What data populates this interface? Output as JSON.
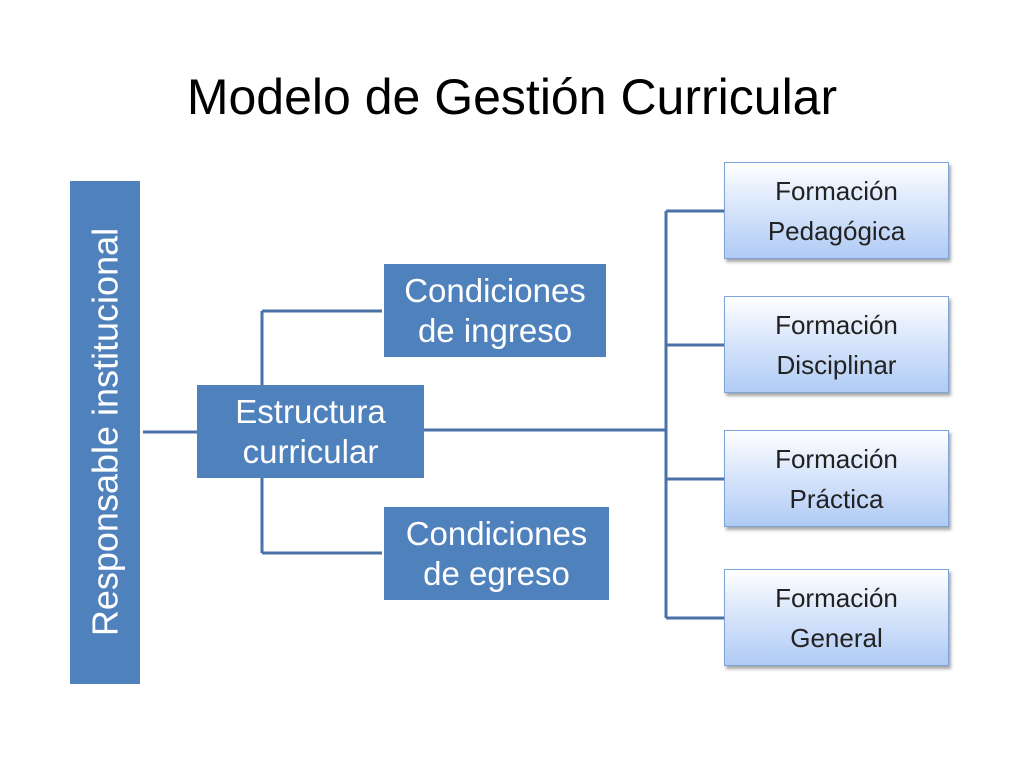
{
  "title": "Modelo de Gestión Curricular",
  "responsable": "Responsable institucional",
  "estructura": [
    "Estructura",
    "curricular"
  ],
  "condiciones_ingreso": [
    "Condiciones",
    "de ingreso"
  ],
  "condiciones_egreso": [
    "Condiciones",
    "de egreso"
  ],
  "formaciones": [
    [
      "Formación",
      "Pedagógica"
    ],
    [
      "Formación",
      "Disciplinar"
    ],
    [
      "Formación",
      "Práctica"
    ],
    [
      "Formación",
      "General"
    ]
  ],
  "colors": {
    "dark_box": "#4f81bd",
    "connector": "#4a72a8",
    "light_box_border": "#7fa3d9"
  }
}
